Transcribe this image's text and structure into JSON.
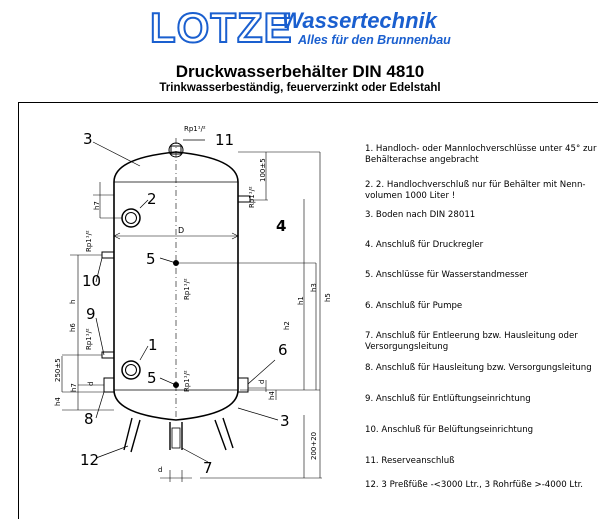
{
  "header": {
    "logo_word": "LOTZE",
    "brand": "Wassertechnik",
    "tagline": "Alles für den Brunnenbau"
  },
  "title": "Druckwasserbehälter DIN 4810",
  "subtitle": "Trinkwasserbeständig, feuerverzinkt oder Edelstahl",
  "callouts": [
    "3",
    "11",
    "2",
    "4",
    "5",
    "10",
    "9",
    "1",
    "6",
    "5",
    "8",
    "3",
    "12",
    "7"
  ],
  "thread_labels": {
    "top": "Rp1¹/²",
    "right_upper": "Rp1¹/²",
    "left_upper": "Rp1¹/²",
    "center_upper": "Rp1¹/²",
    "left_lower": "Rp1¹/²",
    "center_lower": "Rp1¹/²"
  },
  "dimension_labels": {
    "diameter": "D",
    "h": "h",
    "h1": "h1",
    "h2": "h2",
    "h3": "h3",
    "h4": "h4",
    "h5": "h5",
    "h6": "h6",
    "h7": "h7",
    "dim_100": "100±5",
    "dim_250": "250±5",
    "dim_200": "200+20",
    "d": "d"
  },
  "legend": [
    "1. Handloch- oder Mannlochverschlüsse unter 45° zur Behälterachse angebracht",
    "2. 2. Handlochverschluß nur für Behälter mit Nenn-volumen 1000 Liter !",
    "3. Boden nach DIN 28011",
    "4. Anschluß für Druckregler",
    "5. Anschlüsse für Wasserstandmesser",
    "6. Anschluß für Pumpe",
    "7. Anschluß für Entleerung bzw. Hausleitung oder Versorgungsleitung",
    "8. Anschluß für Hausleitung bzw. Versorgungsleitung",
    "9. Anschluß für Entlüftungseinrichtung",
    "10. Anschluß für Belüftungseinrichtung",
    "11. Reserveanschluß",
    "12. 3 Preßfüße -<3000 Ltr., 3 Rohrfüße >-4000 Ltr."
  ],
  "colors": {
    "brand_blue": "#1a5fcf",
    "line": "#000000"
  }
}
